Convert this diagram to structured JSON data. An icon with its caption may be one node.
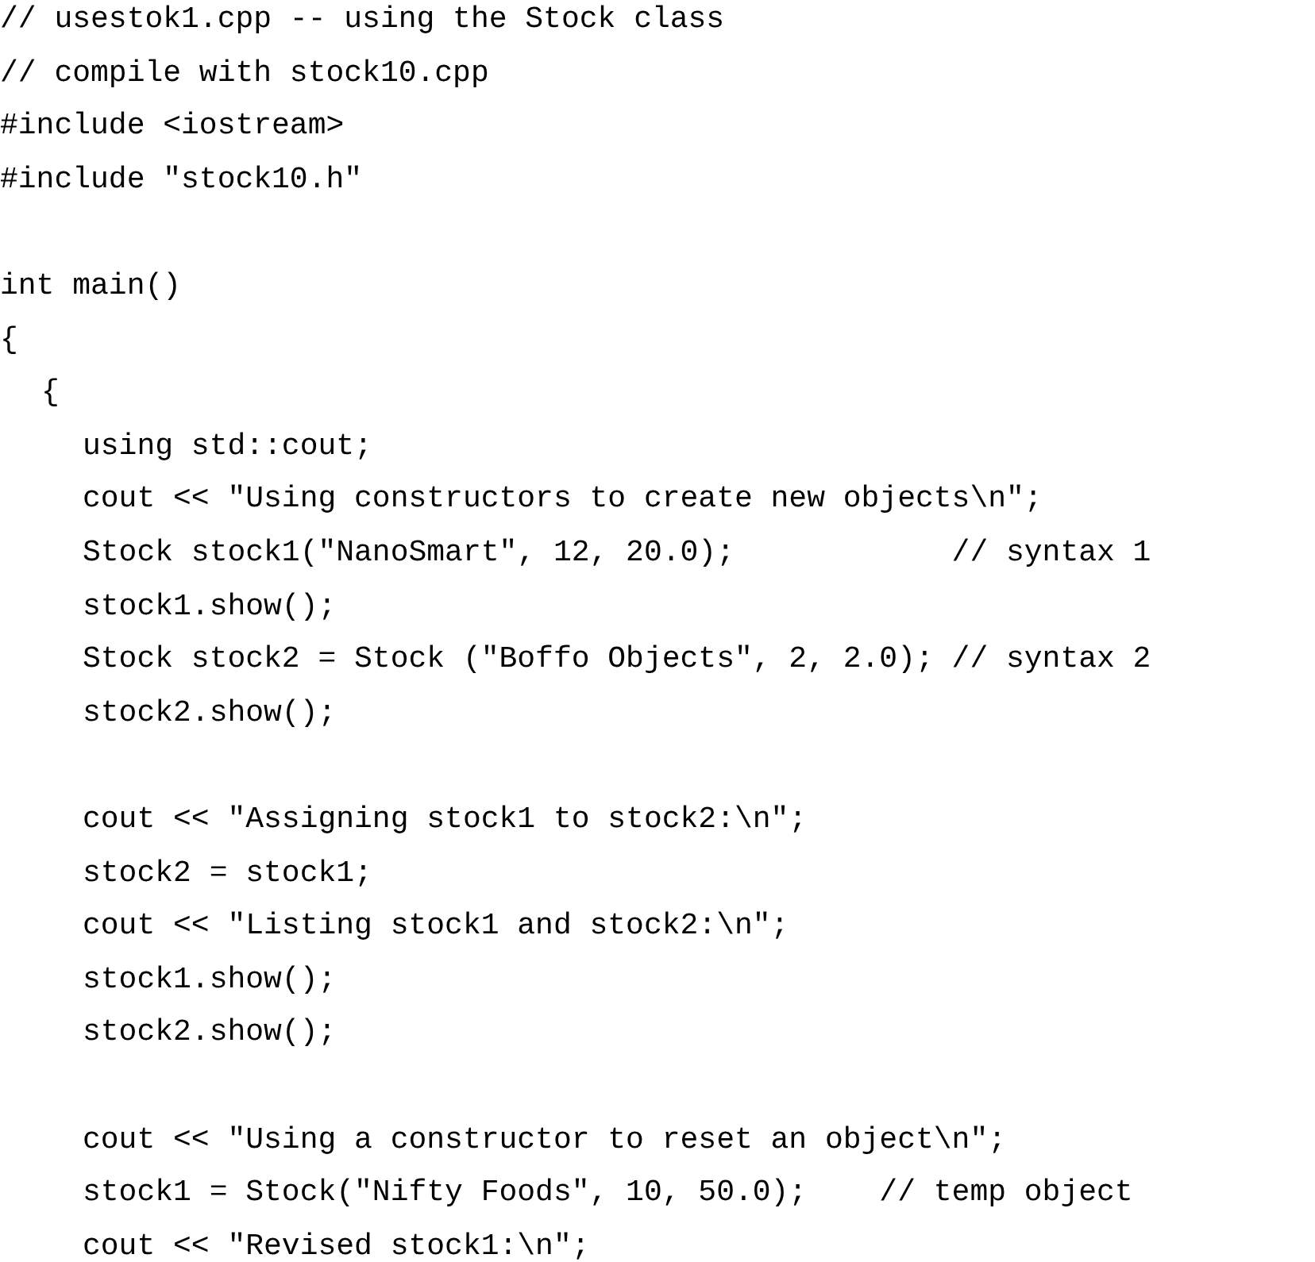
{
  "diagram": {
    "labels": [
      "// usestok1.cpp -- using the Stock class",
      "// compile with stock10.cpp",
      "#include <iostream>",
      "#include \"stock10.h\"",
      "int main()",
      "{",
      "{",
      "using std::cout;",
      "cout << \"Using constructors to create new objects\\n\";",
      "Stock stock1(\"NanoSmart\", 12, 20.0);            // syntax 1",
      "stock1.show();",
      "Stock stock2 = Stock (\"Boffo Objects\", 2, 2.0); // syntax 2",
      "stock2.show();",
      "cout << \"Assigning stock1 to stock2:\\n\";",
      "stock2 = stock1;",
      "cout << \"Listing stock1 and stock2:\\n\";",
      "stock1.show();",
      "stock2.show();",
      "cout << \"Using a constructor to reset an object\\n\";",
      "stock1 = Stock(\"Nifty Foods\", 10, 50.0);    // temp object",
      "cout << \"Revised stock1:\\n\";"
    ]
  }
}
